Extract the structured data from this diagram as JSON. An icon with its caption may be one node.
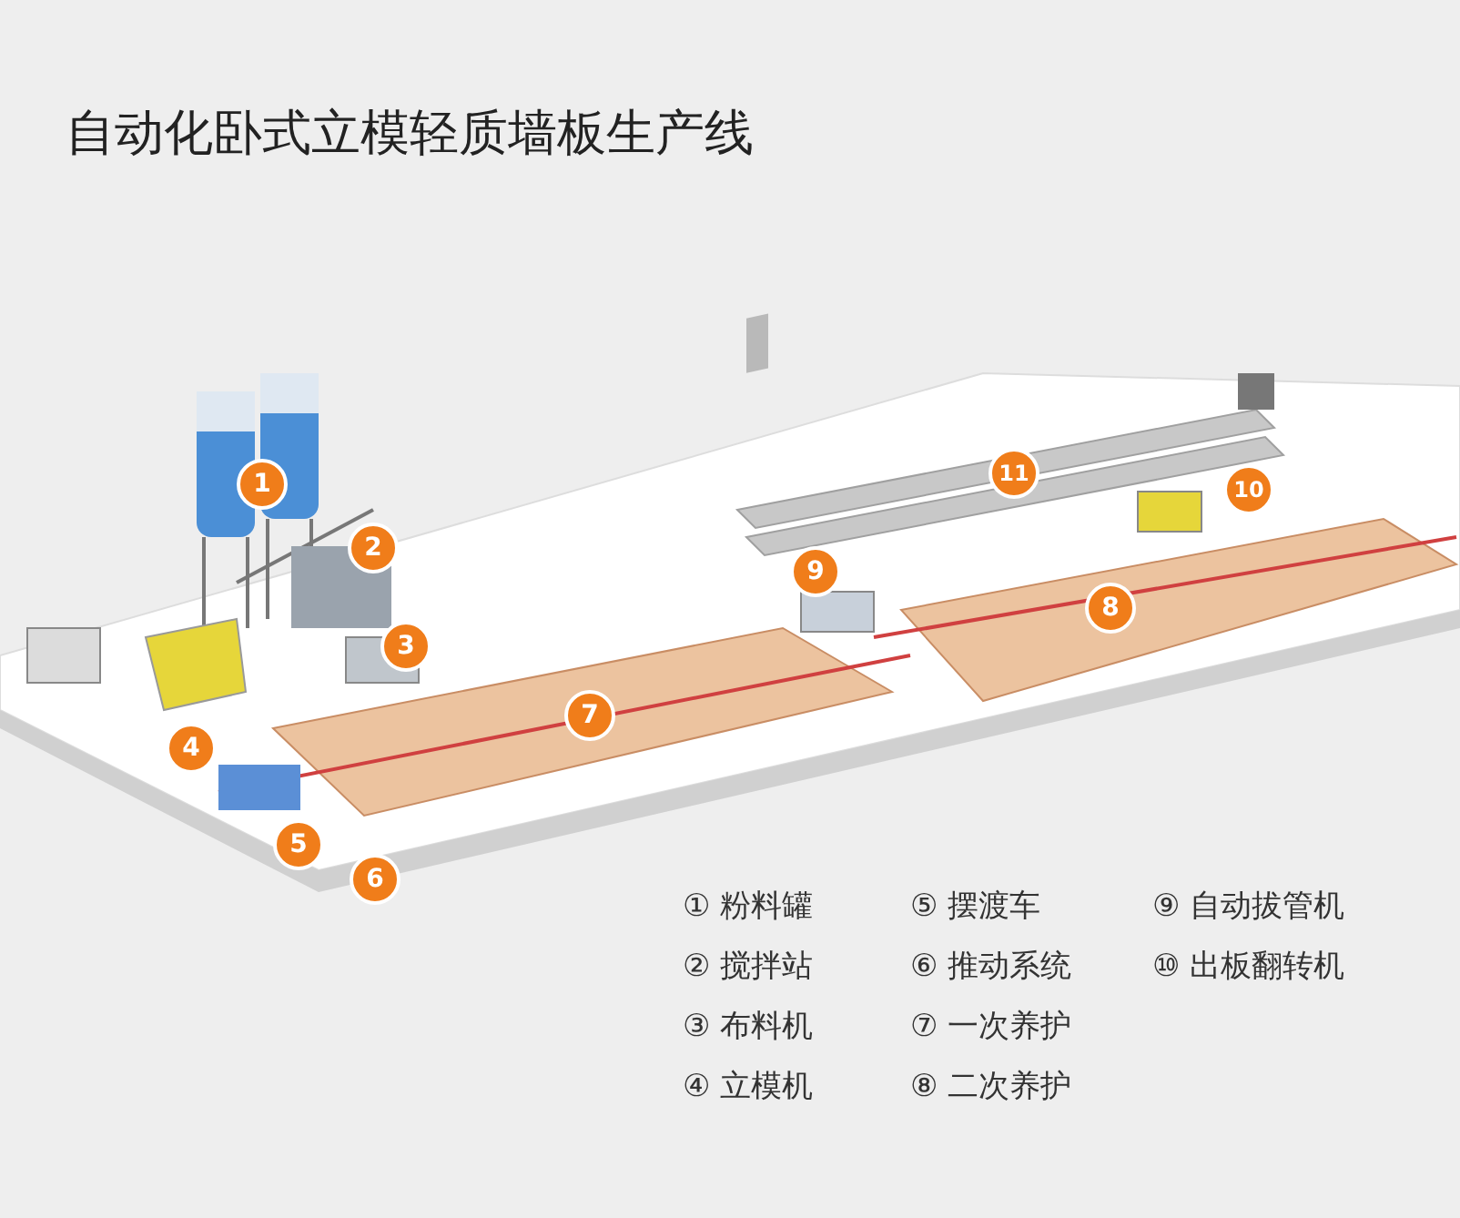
{
  "diagram": {
    "title": "自动化卧式立模轻质墙板生产线",
    "labels": [
      "1",
      "2",
      "3",
      "4",
      "5",
      "6",
      "7",
      "8",
      "9",
      "10",
      "11",
      "① 粉料罐",
      "⑤ 摆渡车",
      "⑨ 自动拔管机",
      "② 搅拌站",
      "⑥ 推动系统",
      "⑩ 出板翻转机",
      "③ 布料机",
      "⑦ 一次养护",
      "④ 立模机",
      "⑧ 二次养护"
    ]
  }
}
